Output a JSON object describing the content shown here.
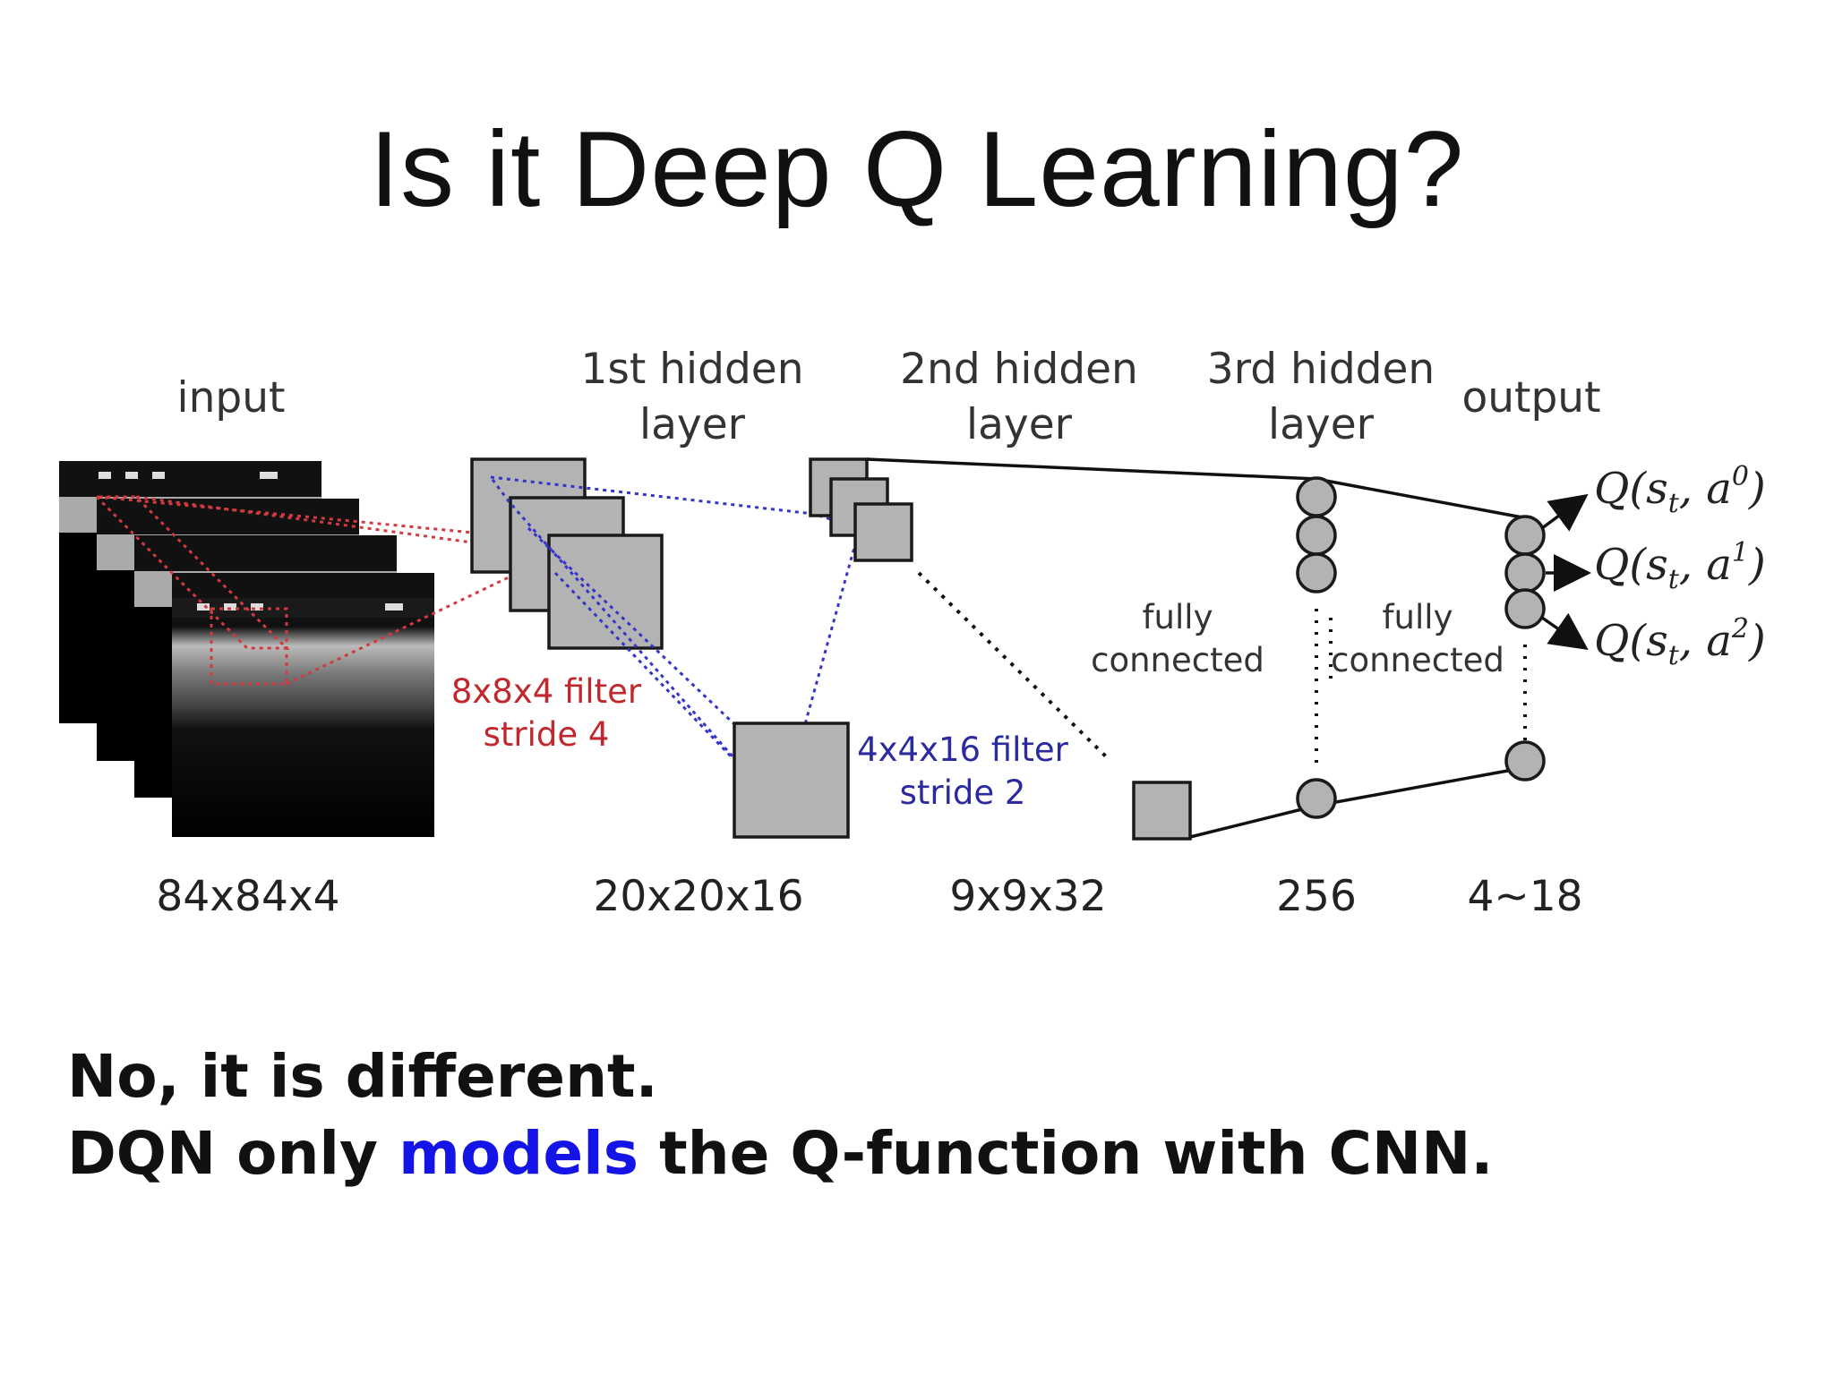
{
  "title": "Is it Deep Q Learning?",
  "diagram": {
    "layer_labels": {
      "input": "input",
      "hidden1": [
        "1st hidden",
        "layer"
      ],
      "hidden2": [
        "2nd hidden",
        "layer"
      ],
      "hidden3": [
        "3rd hidden",
        "layer"
      ],
      "output": "output"
    },
    "filter1": [
      "8x8x4 filter",
      "stride 4"
    ],
    "filter2": [
      "4x4x16 filter",
      "stride 2"
    ],
    "fully_connected_1": [
      "fully",
      "connected"
    ],
    "fully_connected_2": [
      "fully",
      "connected"
    ],
    "dimensions": [
      "84x84x4",
      "20x20x16",
      "9x9x32",
      "256",
      "4~18"
    ],
    "outputs": [
      {
        "base": "Q(s",
        "sub": "t",
        "mid": ", a",
        "sup": "0",
        "end": ")"
      },
      {
        "base": "Q(s",
        "sub": "t",
        "mid": ", a",
        "sup": "1",
        "end": ")"
      },
      {
        "base": "Q(s",
        "sub": "t",
        "mid": ", a",
        "sup": "2",
        "end": ")"
      }
    ],
    "colors": {
      "filter1": "#c0282d",
      "filter2": "#2b2b9f",
      "box_fill": "#b3b3b3"
    }
  },
  "body": {
    "line1": "No, it is different.",
    "line2_pre": "DQN only ",
    "line2_highlight": "models",
    "line2_post": " the Q-function with CNN."
  }
}
